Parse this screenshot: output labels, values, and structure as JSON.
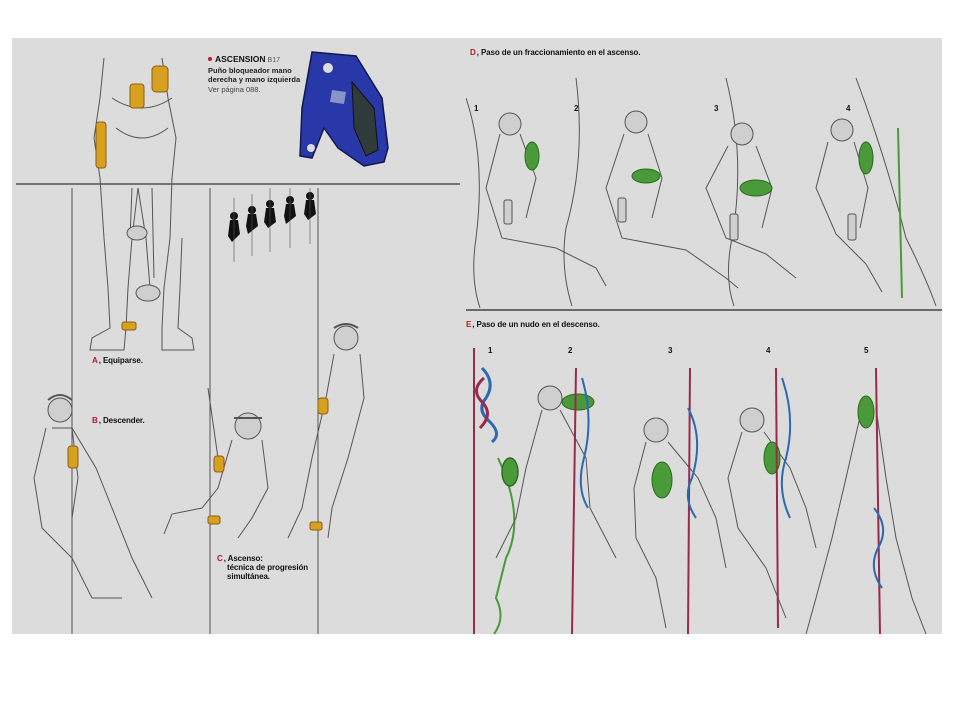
{
  "product": {
    "name": "ASCENSION",
    "code": "B17",
    "description": "Puño bloqueador mano\nderecha y mano izquierda",
    "reference": "Ver página 088.",
    "color": "#2838a8"
  },
  "sections": {
    "a": {
      "letter": "A",
      "text": "Equiparse."
    },
    "b": {
      "letter": "B",
      "text": "Descender."
    },
    "c": {
      "letter": "C",
      "text": "Ascenso:",
      "line2": "técnica de progresión",
      "line3": "simultánea."
    },
    "d": {
      "letter": "D",
      "text": "Paso de un fraccionamiento en el ascenso.",
      "steps": [
        "1",
        "2",
        "3",
        "4"
      ]
    },
    "e": {
      "letter": "E",
      "text": "Paso de un nudo en el descenso.",
      "steps": [
        "1",
        "2",
        "3",
        "4",
        "5"
      ]
    }
  },
  "separator": ",",
  "colors": {
    "page": "#dcdcdc",
    "highlight": "#4a9a3a",
    "rope_red": "#9a2a4a",
    "rope_blue": "#2a6ab0",
    "device": "#d8a020"
  }
}
